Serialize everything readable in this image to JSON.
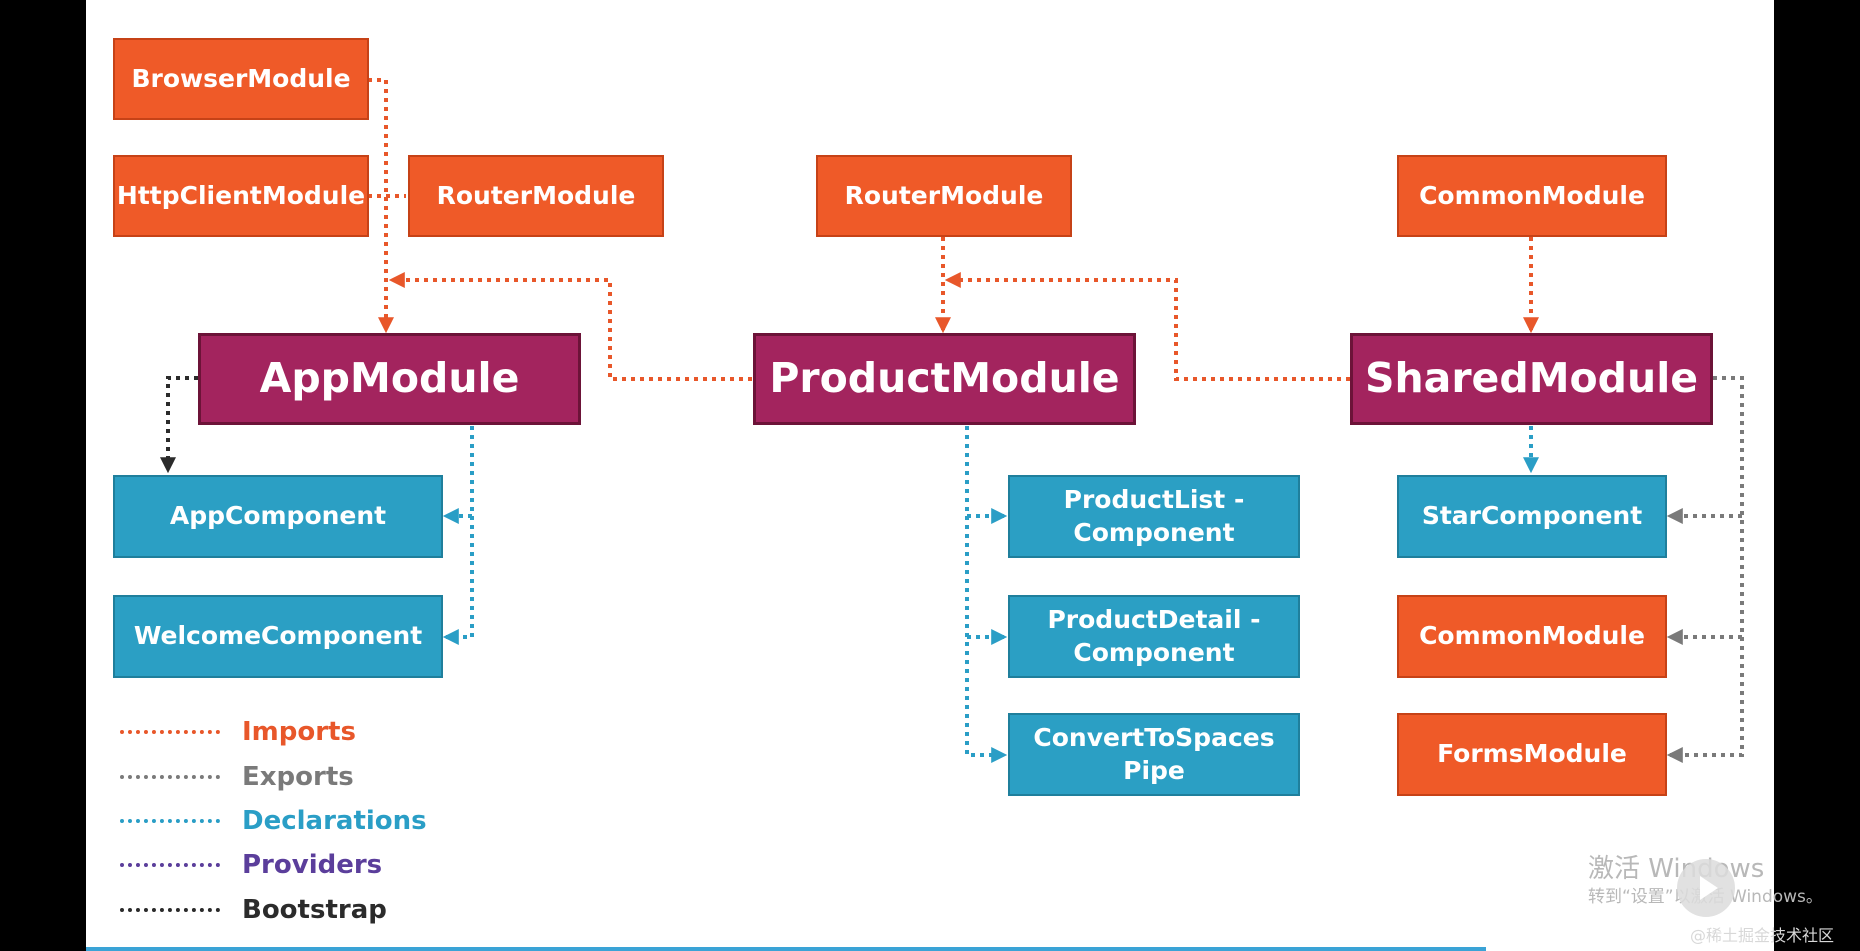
{
  "modules": {
    "browser_module": "BrowserModule",
    "httpclient_module": "HttpClientModule",
    "app_router_module": "RouterModule",
    "product_router_module": "RouterModule",
    "shared_common_import": "CommonModule",
    "app_module": "AppModule",
    "product_module": "ProductModule",
    "shared_module": "SharedModule",
    "app_component": "AppComponent",
    "welcome_component": "WelcomeComponent",
    "product_list_component": "ProductList -\nComponent",
    "product_detail_component": "ProductDetail -\nComponent",
    "convert_pipe": "ConvertToSpaces\nPipe",
    "star_component": "StarComponent",
    "common_module_export": "CommonModule",
    "forms_module_export": "FormsModule"
  },
  "legend": [
    {
      "label": "Imports",
      "color": "#e8572a"
    },
    {
      "label": "Exports",
      "color": "#7a7a7a"
    },
    {
      "label": "Declarations",
      "color": "#2a9ec6"
    },
    {
      "label": "Providers",
      "color": "#5b3e9b"
    },
    {
      "label": "Bootstrap",
      "color": "#2b2b2b"
    }
  ],
  "colors": {
    "import_box": "#ef5a28",
    "module_box": "#a3245e",
    "declaration_box": "#2b9fc4"
  },
  "watermark": {
    "activate_title": "激活 Windows",
    "activate_sub": "转到“设置”以激活 Windows。",
    "site": "@稀土掘金技术社区"
  }
}
